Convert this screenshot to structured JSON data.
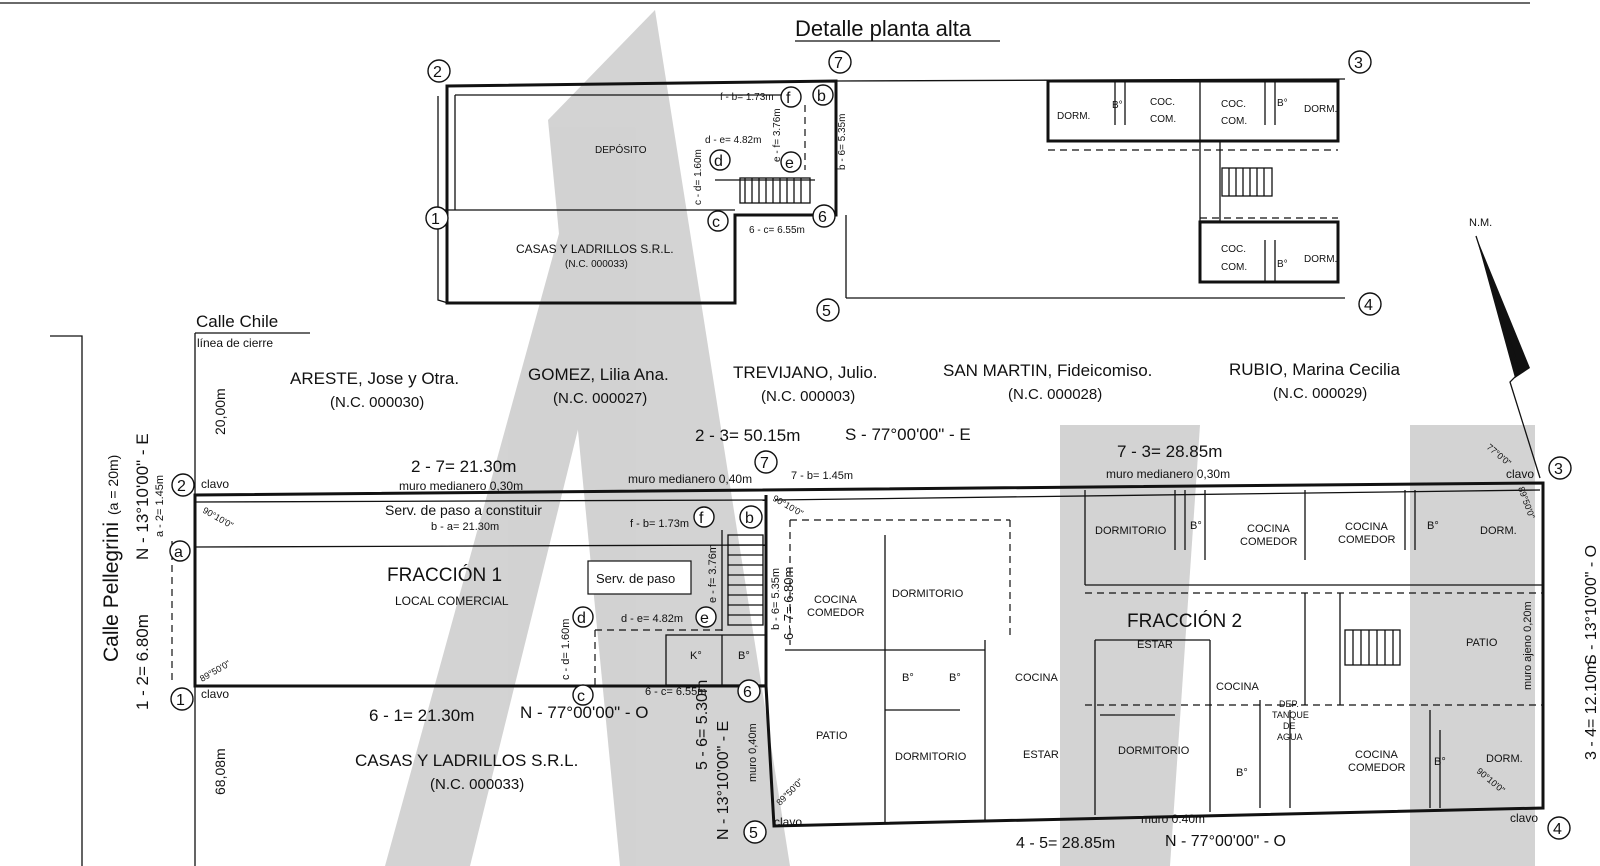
{
  "title": "Detalle planta alta",
  "colors": {
    "ink": "#111111",
    "watermark": "#c4c4c4",
    "paper": "#ffffff"
  },
  "streets": {
    "chile": "Calle Chile",
    "cierre": "línea de cierre",
    "pellegrini": "Calle Pellegrini",
    "pellegrini_width": "(a = 20m)",
    "dist_top": "20,00m",
    "dist_bottom": "68,08m"
  },
  "north": "N.M.",
  "neighbors": [
    {
      "name": "ARESTE, Jose y Otra.",
      "nc": "(N.C. 000030)"
    },
    {
      "name": "GOMEZ, Lilia Ana.",
      "nc": "(N.C. 000027)"
    },
    {
      "name": "TREVIJANO, Julio.",
      "nc": "(N.C. 000003)"
    },
    {
      "name": "SAN MARTIN, Fideicomiso.",
      "nc": "(N.C. 000028)"
    },
    {
      "name": "RUBIO, Marina Cecilia",
      "nc": "(N.C. 000029)"
    }
  ],
  "bottom_neighbor": {
    "name": "CASAS Y LADRILLOS S.R.L.",
    "nc": "(N.C. 000033)"
  },
  "upper": {
    "deposito": "DEPÓSITO",
    "owner": "CASAS Y LADRILLOS S.R.L.",
    "owner_nc": "(N.C. 000033)",
    "fb": "f - b= 1.73m",
    "de": "d - e= 4.82m",
    "ef": "e - f= 3.76m",
    "b6": "b - 6= 5.35m",
    "cd": "c - d= 1.60m",
    "sixc": "6 - c= 6.55m",
    "rooms": {
      "dorm": "DORM.",
      "bano": "B°",
      "coc": "COC.",
      "com": "COM."
    }
  },
  "main": {
    "d27": "2 - 7= 21.30m",
    "muro030": "muro medianero 0,30m",
    "muro040": "muro medianero 0,40m",
    "d23": "2 - 3= 50.15m",
    "rumbo23": "S - 77°00'00\" - E",
    "d73": "7 - 3= 28.85m",
    "muro030b": "muro medianero 0,30m",
    "d7b": "7 - b= 1.45m",
    "serv_const": "Serv. de paso a constituir",
    "ba": "b - a= 21.30m",
    "fb": "f - b= 1.73m",
    "fraccion1": "FRACCIÓN 1",
    "local": "LOCAL COMERCIAL",
    "serv_paso": "Serv. de paso",
    "ef": "e - f= 3.76m",
    "de": "d - e= 4.82m",
    "cd": "c - d= 1.60m",
    "kitchen": "K°",
    "bath": "B°",
    "sixc": "6 - c= 6.55m",
    "d61": "6 - 1= 21.30m",
    "rumbo61": "N - 77°00'00\" - O",
    "d12": "1 - 2= 6.80m",
    "rumbo12": "N - 13°10'00\" - E",
    "a2": "a - 2= 1.45m",
    "b6": "b - 6= 5.35m",
    "d67": "6 - 7= 6.80m",
    "d56": "5 - 6= 5.30m",
    "rumbo56": "N - 13°10'00\" - E",
    "muro040v": "muro 0,40m",
    "fraccion2": "FRACCIÓN 2",
    "muro_ajeno": "muro ajeno 0,20m",
    "d34": "3 - 4= 12.10m",
    "rumbo34": "S - 13°10'00\" - O",
    "muro040b": "muro 0.40m",
    "d45": "4 - 5= 28.85m",
    "rumbo45": "N - 77°00'00\" - O",
    "clavo": "clavo",
    "ang8950": "89°50'0\"",
    "ang9010": "90°10'0\"",
    "ang7700": "77°0'0\""
  },
  "rooms": {
    "cocina": "COCINA",
    "comedor": "COMEDOR",
    "dormitorio": "DORMITORIO",
    "dorm": "DORM.",
    "bano": "B°",
    "estar": "ESTAR",
    "patio": "PATIO",
    "dep": "DEP.",
    "tanque": "TANQUE",
    "de": "DE",
    "agua": "AGUA"
  },
  "points": {
    "n1": "1",
    "n2": "2",
    "n3": "3",
    "n4": "4",
    "n5": "5",
    "n6": "6",
    "n7": "7",
    "a": "a",
    "b": "b",
    "c": "c",
    "d": "d",
    "e": "e",
    "f": "f"
  }
}
